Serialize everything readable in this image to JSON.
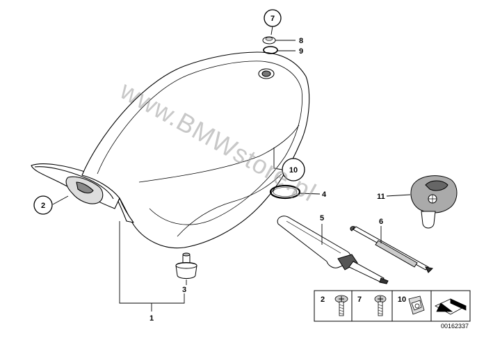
{
  "watermark": "www.BMWstore.pl",
  "document_number": "00162337",
  "parts": [
    {
      "number": "1",
      "circled": false
    },
    {
      "number": "2",
      "circled": true
    },
    {
      "number": "3",
      "circled": false
    },
    {
      "number": "4",
      "circled": false
    },
    {
      "number": "5",
      "circled": false
    },
    {
      "number": "6",
      "circled": false
    },
    {
      "number": "7",
      "circled": true
    },
    {
      "number": "8",
      "circled": false
    },
    {
      "number": "9",
      "circled": false
    },
    {
      "number": "10",
      "circled": true
    },
    {
      "number": "11",
      "circled": false
    }
  ],
  "legend": [
    {
      "number": "2"
    },
    {
      "number": "7"
    },
    {
      "number": "10"
    }
  ]
}
